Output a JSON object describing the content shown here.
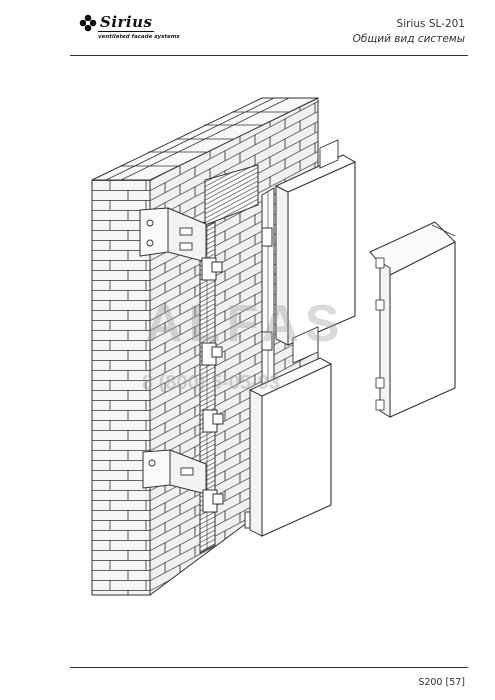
{
  "header": {
    "brand_name": "Sirius",
    "brand_tagline": "ventilated facade systems",
    "title": "Sirius SL-201",
    "subtitle": "Общий вид системы"
  },
  "watermark": {
    "name": "ALFAS",
    "phone": "8 (800) 5-05-93"
  },
  "footer": {
    "page_number": "S200 [57]"
  },
  "colors": {
    "line": "#333333",
    "brick_fill": "#f4f4f4",
    "panel_fill": "#ffffff",
    "watermark": "#969696"
  }
}
